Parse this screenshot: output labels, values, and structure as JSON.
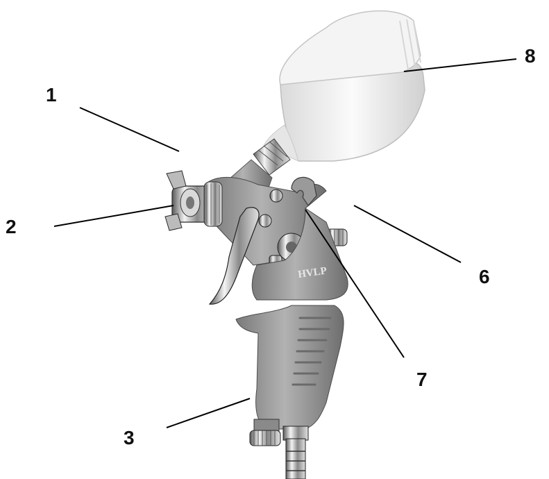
{
  "figure": {
    "subject": "hvlp-spray-gun",
    "body_label": "HVLP",
    "callouts": [
      {
        "id": "c1",
        "label": "1"
      },
      {
        "id": "c2",
        "label": "2"
      },
      {
        "id": "c3",
        "label": "3"
      },
      {
        "id": "c6",
        "label": "6"
      },
      {
        "id": "c7",
        "label": "7"
      },
      {
        "id": "c8",
        "label": "8"
      }
    ]
  },
  "colors": {
    "background": "#ffffff",
    "gun_body": "#a4a4a4",
    "gun_shadow": "#6f6f6f",
    "cup": "#efefef",
    "chrome": "#c8c8c8",
    "text": "#111111"
  }
}
